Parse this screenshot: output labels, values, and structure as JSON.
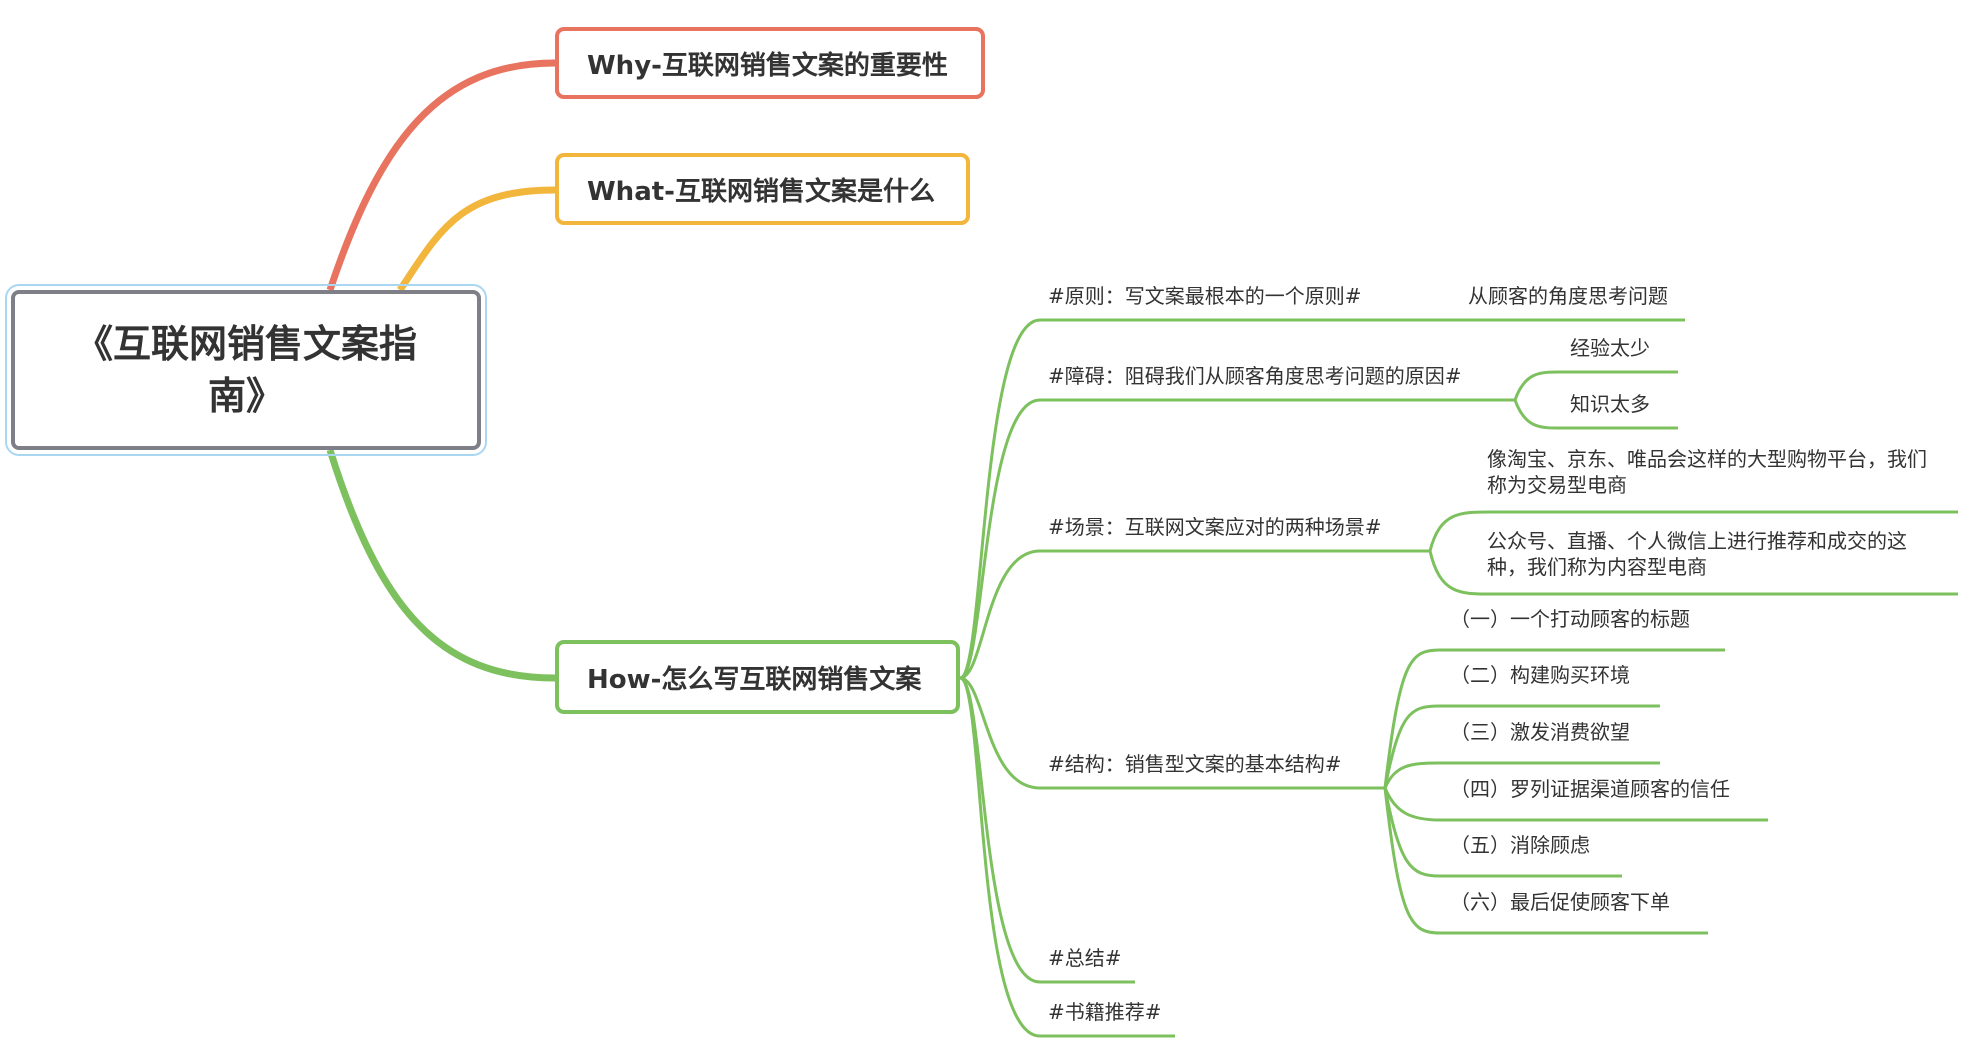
{
  "root": {
    "title": "《互联网销售文案指南》"
  },
  "branches": {
    "why": "Why-互联网销售文案的重要性",
    "what": "What-互联网销售文案是什么",
    "how": "How-怎么写互联网销售文案"
  },
  "how": {
    "principle": {
      "label": "#原则：写文案最根本的一个原则#",
      "child": "从顾客的角度思考问题"
    },
    "obstacle": {
      "label": "#障碍：阻碍我们从顾客角度思考问题的原因#",
      "children": [
        "经验太少",
        "知识太多"
      ]
    },
    "scene": {
      "label": "#场景：互联网文案应对的两种场景#",
      "children": [
        "像淘宝、京东、唯品会这样的大型购物平台，我们称为交易型电商",
        "公众号、直播、个人微信上进行推荐和成交的这种，我们称为内容型电商"
      ]
    },
    "structure": {
      "label": "#结构：销售型文案的基本结构#",
      "children": [
        "（一）一个打动顾客的标题",
        "（二）构建购买环境",
        "（三）激发消费欲望",
        "（四）罗列证据渠道顾客的信任",
        "（五）消除顾虑",
        "（六）最后促使顾客下单"
      ]
    },
    "summary": {
      "label": "#总结#"
    },
    "books": {
      "label": "#书籍推荐#"
    }
  },
  "colors": {
    "why": "#e8735f",
    "what": "#f2b63d",
    "how": "#7dc05e",
    "root_border": "#7f8087"
  }
}
